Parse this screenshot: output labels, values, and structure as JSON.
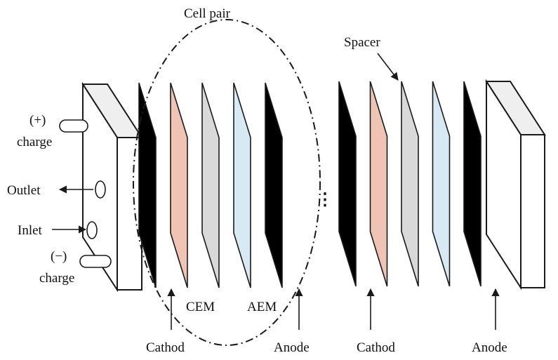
{
  "labels": {
    "cell_pair": "Cell pair",
    "spacer": "Spacer",
    "charge_plus": "(+)",
    "charge_minus": "(−)",
    "charge": "charge",
    "outlet": "Outlet",
    "inlet": "Inlet",
    "cem": "CEM",
    "aem": "AEM",
    "cathode_left": "Cathod",
    "anode_left": "Anode",
    "cathode_right": "Cathod",
    "anode_right": "Anode",
    "ellipsis": "⋮"
  },
  "colors": {
    "electrode": "#000000",
    "cem": "#efc4b4",
    "spacer": "#d9d9d9",
    "aem": "#d7eaf3",
    "plate_top": "#efefef",
    "plate_face": "#ffffff",
    "stroke": "#1a1a1a"
  },
  "diagram_data": {
    "left_stack": [
      "electrode",
      "cem",
      "spacer",
      "aem",
      "electrode"
    ],
    "right_stack": [
      "electrode",
      "cem",
      "spacer",
      "aem",
      "electrode"
    ]
  }
}
